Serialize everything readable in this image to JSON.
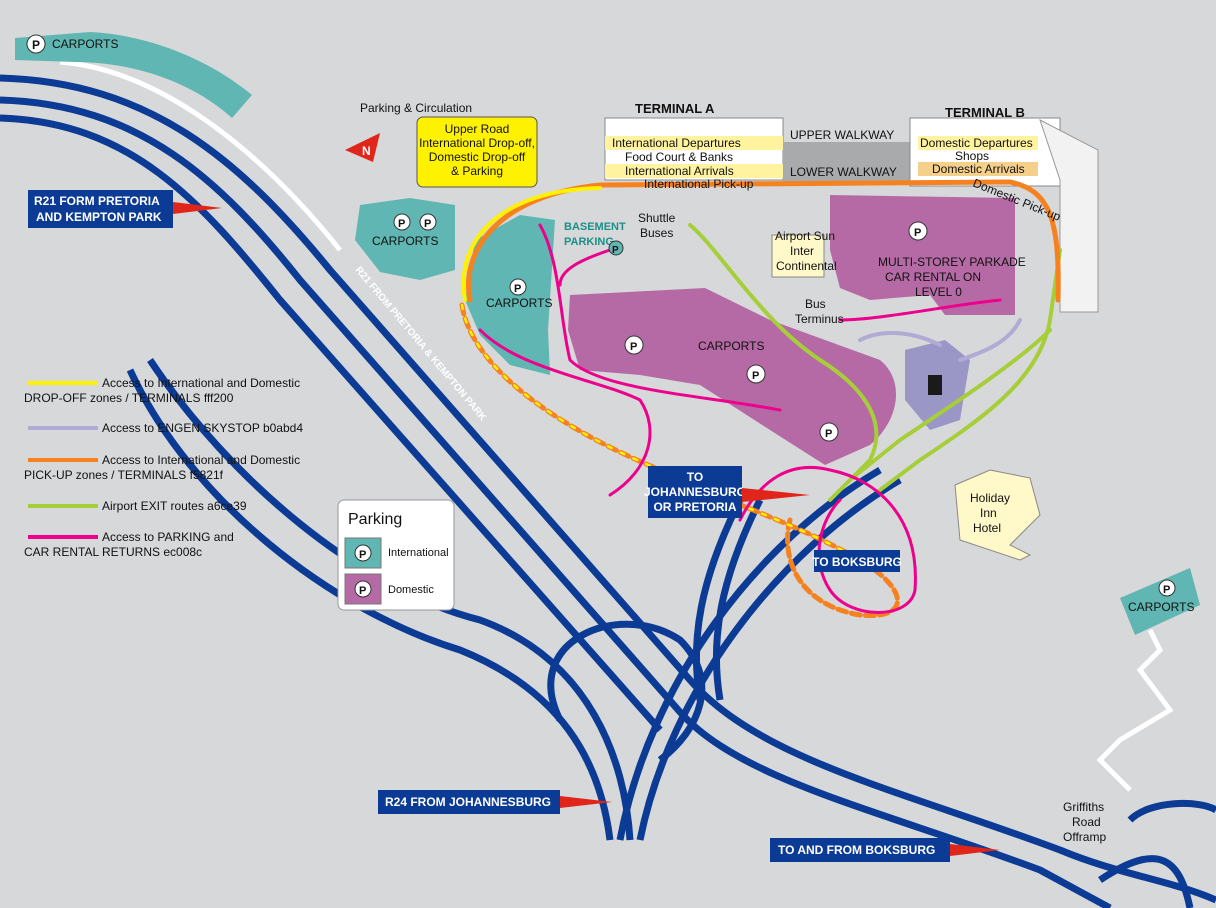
{
  "title": "Parking & Circulation",
  "compass": {
    "letter": "N"
  },
  "colors": {
    "background": "#d7d8da",
    "highway": "#0b3b94",
    "international_parking": "#5fb6b2",
    "domestic_parking": "#b56aa6",
    "terminal_strip": "#fff3a0",
    "dropoff": "#fff200",
    "skystop": "#b0abd4",
    "pickup": "#f5821f",
    "exit": "#a6ce39",
    "parking_return": "#ec008c"
  },
  "signs": {
    "r21_pretoria_line1": "R21 FORM PRETORIA",
    "r21_pretoria_line2": "AND KEMPTON PARK",
    "r24_johannesburg": "R24 FROM JOHANNESBURG",
    "boksburg_and_from": "TO AND FROM BOKSBURG",
    "to_jhb_line1": "TO",
    "to_jhb_line2": "JOHANNESBURG",
    "to_jhb_line3": "OR PRETORIA",
    "to_boksburg": "TO BOKSBURG"
  },
  "upper_road_note": {
    "line1": "Upper Road",
    "line2": "International Drop-off,",
    "line3": "Domestic Drop-off",
    "line4": "& Parking"
  },
  "road_label": "R21 FROM PRETORIA & KEMPTON PARK",
  "terminal_a": {
    "title": "TERMINAL A",
    "rows": [
      "International Departures",
      "Food Court & Banks",
      "International Arrivals"
    ],
    "pickup": "International Pick-up"
  },
  "terminal_b": {
    "title": "TERMINAL B",
    "rows": [
      "Domestic Departures",
      "Shops",
      "Domestic Arrivals"
    ],
    "pickup": "Domestic Pick-up"
  },
  "walkways": {
    "upper": "UPPER WALKWAY",
    "lower": "LOWER WALKWAY"
  },
  "places": {
    "basement_line1": "BASEMENT",
    "basement_line2": "PARKING",
    "shuttle_line1": "Shuttle",
    "shuttle_line2": "Buses",
    "hotel_line1": "Airport Sun",
    "hotel_line2": "Inter",
    "hotel_line3": "Continental",
    "bus_line1": "Bus",
    "bus_line2": "Terminus",
    "parkade_line1": "MULTI-STOREY PARKADE",
    "parkade_line2": "CAR RENTAL ON",
    "parkade_line3": "LEVEL 0",
    "holiday_line1": "Holiday",
    "holiday_line2": "Inn",
    "holiday_line3": "Hotel",
    "griffiths_line1": "Griffiths",
    "griffiths_line2": "Road",
    "griffiths_line3": "Offramp"
  },
  "carports_label": "CARPORTS",
  "parking_letter": "P",
  "legend": {
    "dropoff_1": "Access to International and Domestic",
    "dropoff_2": "DROP-OFF zones / TERMINALS fff200",
    "skystop": "Access to ENGEN SKYSTOP b0abd4",
    "pickup_1": "Access to International and Domestic",
    "pickup_2": "PICK-UP zones / TERMINALS f5821f",
    "exit": "Airport EXIT routes a6ce39",
    "parking_1": "Access to PARKING and",
    "parking_2": "CAR RENTAL RETURNS ec008c"
  },
  "parking_key": {
    "title": "Parking",
    "international": "International",
    "domestic": "Domestic"
  }
}
